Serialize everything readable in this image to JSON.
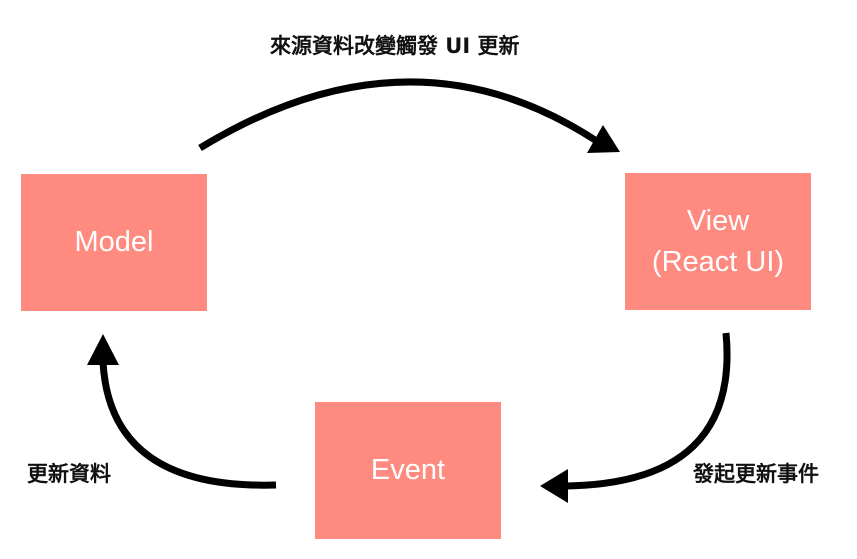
{
  "nodes": {
    "model": {
      "label": "Model"
    },
    "view": {
      "line1": "View",
      "line2": "(React UI)"
    },
    "event": {
      "label": "Event"
    }
  },
  "edges": {
    "model_to_view": {
      "label": "來源資料改變觸發 UI 更新"
    },
    "view_to_event": {
      "label": "發起更新事件"
    },
    "event_to_model": {
      "label": "更新資料"
    }
  },
  "colors": {
    "node_fill": "#FF8A80",
    "node_text": "#FFFFFF",
    "arrow": "#000000",
    "label_text": "#111111"
  }
}
